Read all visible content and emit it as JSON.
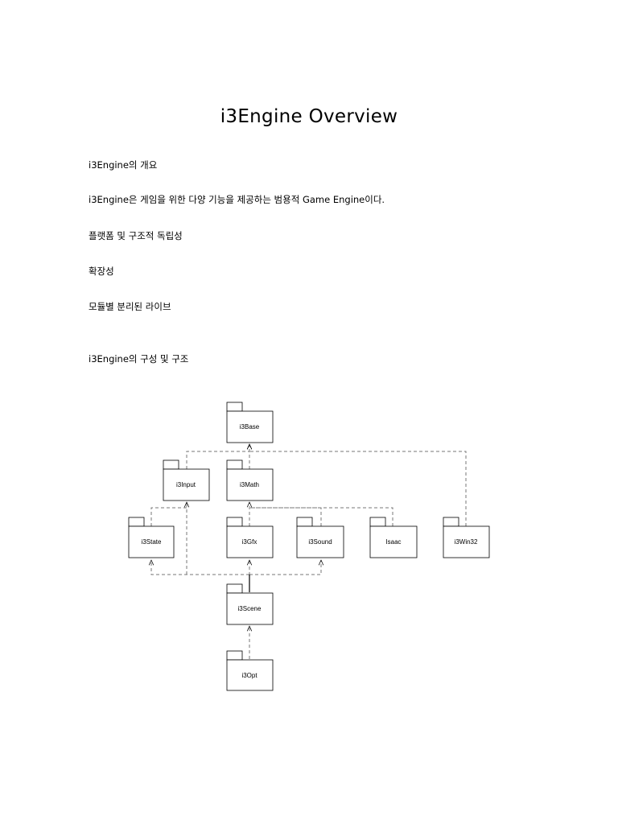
{
  "doc": {
    "title": "i3Engine Overview",
    "paragraphs": [
      "i3Engine의 개요",
      "i3Engine은 게임을 위한 다양 기능을 제공하는 범용적 Game Engine이다.",
      "플랫폼 및 구조적 독립성",
      "확장성",
      "모듈별 분리된 라이브",
      "i3Engine의 구성 및 구조"
    ]
  },
  "diagram": {
    "packages": [
      {
        "id": "base",
        "label": "i3Base"
      },
      {
        "id": "input",
        "label": "i3Input"
      },
      {
        "id": "math",
        "label": "i3Math"
      },
      {
        "id": "state",
        "label": "i3State"
      },
      {
        "id": "gfx",
        "label": "i3Gfx"
      },
      {
        "id": "sound",
        "label": "i3Sound"
      },
      {
        "id": "isaac",
        "label": "Isaac"
      },
      {
        "id": "win32",
        "label": "i3Win32"
      },
      {
        "id": "scene",
        "label": "i3Scene"
      },
      {
        "id": "opt",
        "label": "i3Opt"
      }
    ]
  }
}
